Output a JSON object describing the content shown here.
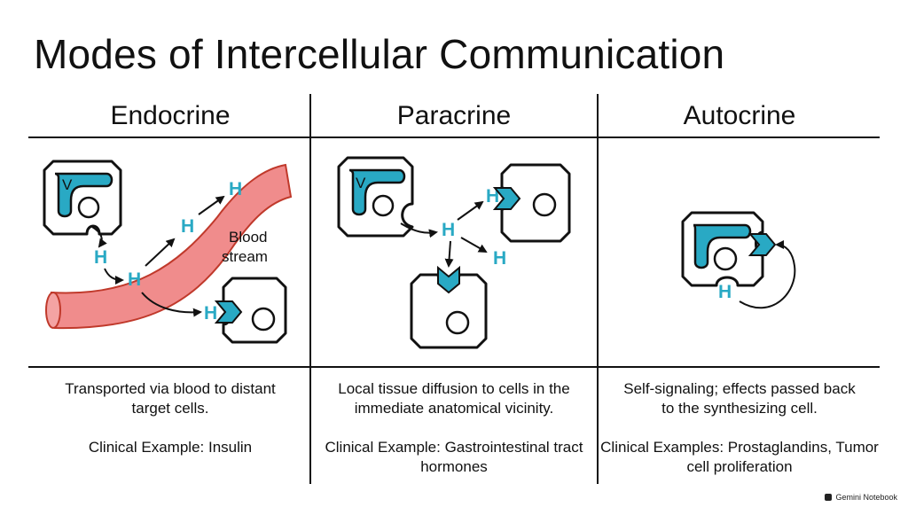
{
  "title": "Modes of Intercellular Communication",
  "columns": [
    {
      "heading": "Endocrine",
      "description": "Transported via blood to distant target cells.",
      "example": "Clinical Example: Insulin"
    },
    {
      "heading": "Paracrine",
      "description": "Local tissue diffusion to cells in the immediate anatomical vicinity.",
      "example": "Clinical Example: Gastrointestinal tract hormones"
    },
    {
      "heading": "Autocrine",
      "description": "Self-signaling; effects passed back to the synthesizing cell.",
      "example": "Clinical Examples: Prostaglandins, Tumor cell proliferation"
    }
  ],
  "labels": {
    "hormone": "H",
    "vesicle": "V",
    "blood_line1": "Blood",
    "blood_line2": "stream"
  },
  "watermark": "Gemini Notebook",
  "colors": {
    "hormone": "#29a9c4",
    "vesicle": "#29a9c4",
    "blood_vessel": "#f08c8c",
    "blood_vessel_edge": "#d9534f",
    "line": "#111111"
  },
  "icons": [
    "cell-icon",
    "receptor-icon",
    "blood-vessel-icon",
    "vesicle-icon"
  ]
}
